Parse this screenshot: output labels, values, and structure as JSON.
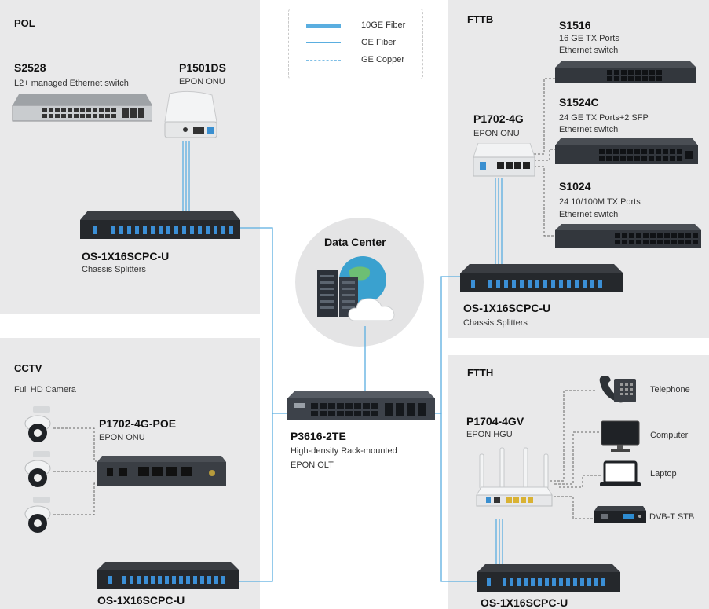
{
  "legend": {
    "items": [
      {
        "label": "10GE Fiber",
        "style": "thick",
        "color": "#5aaee0"
      },
      {
        "label": "GE Fiber",
        "style": "thin",
        "color": "#5aaee0"
      },
      {
        "label": "GE Copper",
        "style": "dashed",
        "color": "#7fbfe6"
      }
    ]
  },
  "pol": {
    "title": "POL",
    "switch": {
      "model": "S2528",
      "desc": "L2+ managed Ethernet switch"
    },
    "onu": {
      "model": "P1501DS",
      "desc": "EPON ONU"
    },
    "splitter": {
      "model": "OS-1X16SCPC-U",
      "desc": "Chassis  Splitters"
    }
  },
  "cctv": {
    "title": "CCTV",
    "camera_desc": "Full HD Camera",
    "onu": {
      "model": "P1702-4G-POE",
      "desc": "EPON ONU"
    },
    "splitter": {
      "model": "OS-1X16SCPC-U"
    }
  },
  "center": {
    "datacenter": "Data Center",
    "olt": {
      "model": "P3616-2TE",
      "desc1": "High-density Rack-mounted",
      "desc2": "EPON OLT"
    }
  },
  "fttb": {
    "title": "FTTB",
    "onu": {
      "model": "P1702-4G",
      "desc": "EPON ONU"
    },
    "s1516": {
      "model": "S1516",
      "desc1": "16 GE TX Ports",
      "desc2": "Ethernet switch"
    },
    "s1524c": {
      "model": "S1524C",
      "desc1": "24 GE TX Ports+2 SFP",
      "desc2": "Ethernet switch"
    },
    "s1024": {
      "model": "S1024",
      "desc1": "24 10/100M TX Ports",
      "desc2": "Ethernet switch"
    },
    "splitter": {
      "model": "OS-1X16SCPC-U",
      "desc": "Chassis  Splitters"
    }
  },
  "ftth": {
    "title": "FTTH",
    "hgu": {
      "model": "P1704-4GV",
      "desc": "EPON HGU"
    },
    "devices": [
      "Telephone",
      "Computer",
      "Laptop",
      "DVB-T STB"
    ],
    "splitter": {
      "model": "OS-1X16SCPC-U"
    }
  },
  "colors": {
    "fiber": "#5aaee0",
    "panel": "#e9e9ea",
    "device_dark": "#2f3338"
  }
}
